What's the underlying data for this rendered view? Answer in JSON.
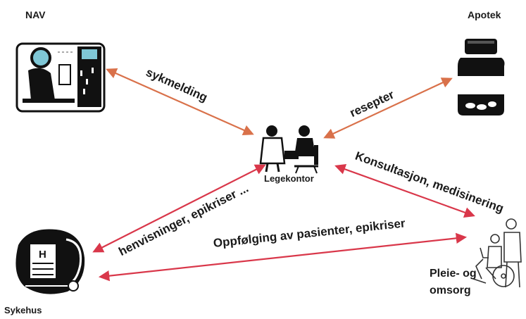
{
  "nodes": {
    "nav": "NAV",
    "apotek": "Apotek",
    "legekontor": "Legekontor",
    "sykehus": "Sykehus",
    "pleie_line1": "Pleie- og",
    "pleie_line2": "omsorg"
  },
  "edges": {
    "sykmelding": "sykmelding",
    "resepter": "resepter",
    "konsultasjon": "Konsultasjon, medisinering",
    "henvisninger": "henvisninger, epikriser ...",
    "oppfolging": "Oppfølging av pasienter, epikriser"
  },
  "colors": {
    "arrow_orange": "#d9714a",
    "arrow_red": "#d9374a",
    "icon": "#111111"
  }
}
